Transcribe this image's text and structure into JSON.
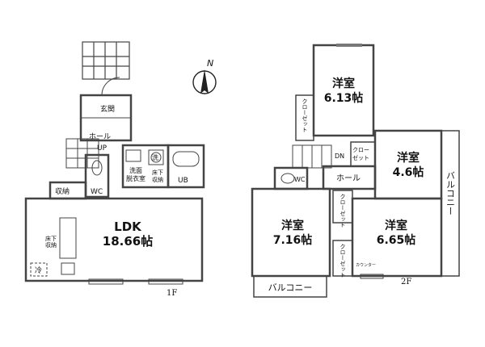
{
  "compass": {
    "label": "N"
  },
  "floor1": {
    "label": "1F",
    "rooms": {
      "genkan": "玄関",
      "hall": "ホール",
      "up": "UP",
      "storage": "収納",
      "wc": "WC",
      "wash_tag": "洗",
      "senmen_1": "洗面",
      "senmen_2": "脱衣室",
      "yukashita_1": "床下",
      "yukashita_2": "収納",
      "ub": "UB",
      "ldk_name": "LDK",
      "ldk_size": "18.66帖",
      "kitchen_1": "床下",
      "kitchen_2": "収納",
      "fridge": "冷"
    }
  },
  "floor2": {
    "label": "2F",
    "rooms": {
      "r1_name": "洋室",
      "r1_size": "6.13帖",
      "r2_name": "洋室",
      "r2_size": "4.6帖",
      "r3_name": "洋室",
      "r3_size": "7.16帖",
      "r4_name": "洋室",
      "r4_size": "6.65帖",
      "hall": "ホール",
      "dn": "DN",
      "wc": "WC",
      "closet_a": "クローゼット",
      "closet_b1": "クロー",
      "closet_b2": "ゼット",
      "closet_c": "クローゼット",
      "closet_d": "クローゼット",
      "balcony_side": "バルコニー",
      "balcony_bottom": "バルコニー",
      "counter": "カウンター"
    }
  }
}
